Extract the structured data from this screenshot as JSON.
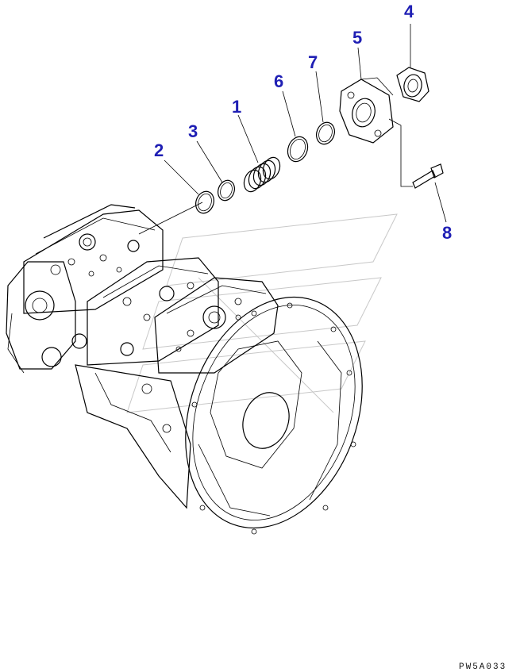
{
  "diagram": {
    "callouts": [
      {
        "id": "1",
        "label": "1"
      },
      {
        "id": "2",
        "label": "2"
      },
      {
        "id": "3",
        "label": "3"
      },
      {
        "id": "4",
        "label": "4"
      },
      {
        "id": "5",
        "label": "5"
      },
      {
        "id": "6",
        "label": "6"
      },
      {
        "id": "7",
        "label": "7"
      },
      {
        "id": "8",
        "label": "8"
      }
    ],
    "drawing_code": "PW5A033",
    "callout_color": "#1f1fb4"
  }
}
